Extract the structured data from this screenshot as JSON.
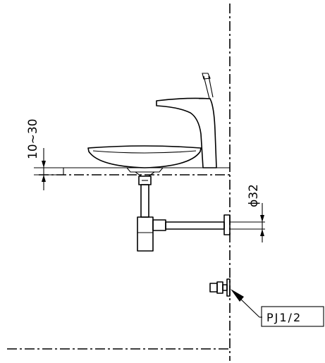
{
  "dimensions": {
    "counter_height": "10~30",
    "drain_diameter": "ϕ32"
  },
  "labels": {
    "valve_connection": "PJ1/2"
  }
}
